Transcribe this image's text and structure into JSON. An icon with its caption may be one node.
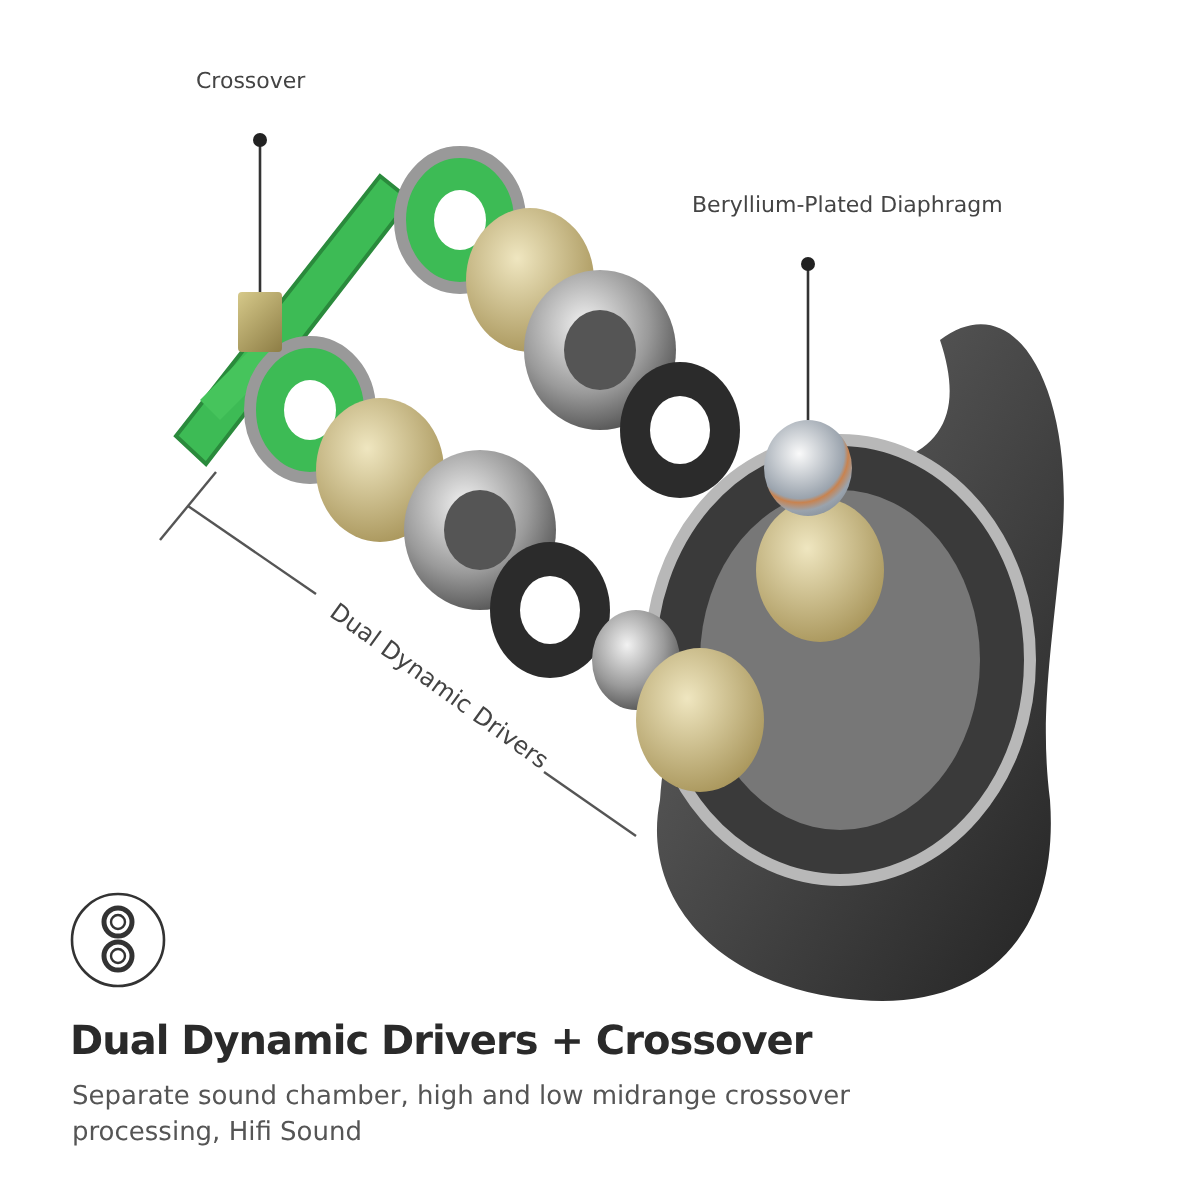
{
  "diagram": {
    "title": "Dual Dynamic Drivers + Crossover",
    "caption": "Separate sound chamber, high and low midrange crossover processing, Hifi Sound",
    "nodes": [
      {
        "text": [
          "Crossover"
        ]
      },
      {
        "text": [],
        "shape": "picture"
      },
      {
        "text": [
          "Beryllium-Plated Diaphragm"
        ]
      },
      {
        "text": [],
        "shape": "picture"
      }
    ],
    "edges": [
      {
        "from": 0,
        "to": 1,
        "arrow": "other"
      },
      {
        "from": 2,
        "to": 3,
        "arrow": "other"
      }
    ],
    "labels": [
      "Dual Dynamic Drivers"
    ]
  }
}
